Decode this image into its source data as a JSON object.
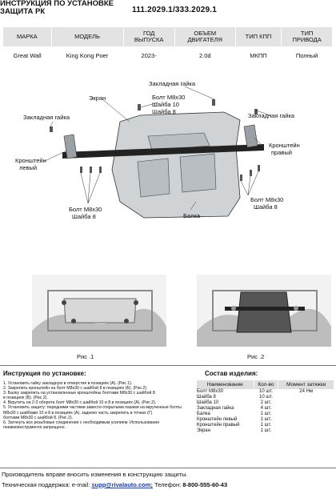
{
  "header": {
    "title_line1": "ИНСТРУКЦИЯ ПО УСТАНОВКЕ",
    "title_line2": "ЗАЩИТА РК",
    "article": "111.2029.1/333.2029.1"
  },
  "spec_table": {
    "headers": [
      [
        "МАРКА"
      ],
      [
        "МОДЕЛЬ"
      ],
      [
        "ГОД",
        "ВЫПУСКА"
      ],
      [
        "ОБЪЕМ",
        "ДВИГАТЕЛЯ"
      ],
      [
        "ТИП КПП"
      ],
      [
        "ТИП",
        "ПРИВОДА"
      ]
    ],
    "row": [
      "Great Wall",
      "King Kong Poer",
      "2023-",
      "2.0d",
      "МКПП",
      "Полный"
    ]
  },
  "diagram": {
    "labels": {
      "nut_top": "Закладная гайка",
      "bolt_top_1": "Болт М8х30",
      "bolt_top_2": "Шайба 10",
      "bolt_top_3": "Шайба 8",
      "screen": "Экран",
      "nut_left": "Закладная гайка",
      "nut_right": "Закладная гайка",
      "bracket_left_1": "Кронштейн",
      "bracket_left_2": "левый",
      "bracket_right_1": "Кронштейн",
      "bracket_right_2": "правый",
      "bolt_bl_1": "Болт М8х30",
      "bolt_bl_2": "Шайба 8",
      "beam": "Балка",
      "bolt_br_1": "Болт М8х30",
      "bolt_br_2": "Шайба 8"
    }
  },
  "figures": {
    "fig1": "Рис .1",
    "fig2": "Рис .2"
  },
  "instructions": {
    "title": "Инструкция по установке:",
    "lines": [
      "1. Установить гайку закладную в отверстия в позициях (А). (Рис.1).",
      "2. Закрепить кронштейн на болт М8х30 с шайбой 8 в позициях (Б). (Рис.2)",
      "3. Балку закрепить на установленные кронштейны болтами М8х30 с шайбой 8",
      "    в позициях (В). (Рис.2).",
      "4. Вкрутить на 2-3 оборота болт М8х30 с шайбой 10 и 8  в позициях (А). (Рис.2).",
      "5. Установить защиту: передними частями завести открытыми пазами на вкрученные болты",
      "    М8х30 с шайбами 10 и 8 в позициях (А), заднюю часть закрепить в точках (Г)",
      "    болтами М8х30 с шайбой 8. (Рис.2).",
      "6. Затянуть все резьбовые соединения с необходимым усилием. Использование",
      "пневмоинструмента запрещено."
    ]
  },
  "components": {
    "title": "Состав изделия:",
    "headers": [
      "Наименование",
      "Кол-во",
      "Момент затяжки"
    ],
    "rows": [
      [
        "Болт М8х30",
        "10 шт.",
        "24 Нм"
      ],
      [
        "Шайба 8",
        "10 шт.",
        ""
      ],
      [
        "Шайба 10",
        "2 шт.",
        ""
      ],
      [
        "Закладная гайка",
        "4 шт.",
        ""
      ],
      [
        "Балка",
        "1 шт.",
        ""
      ],
      [
        "Кронштейн левый",
        "1 шт.",
        ""
      ],
      [
        "Кронштейн правый",
        "1 шт.",
        ""
      ],
      [
        "Экран",
        "1 шт.",
        ""
      ]
    ]
  },
  "footer": {
    "notice": "Производитель вправе вносить изменения в конструкцию защиты.",
    "support_label": "Техническая поддержка:  e-mail: ",
    "email": "supp@rivalauto.com;",
    "phone_label": " Телефон: ",
    "phone": "8-800-555-60-43"
  }
}
